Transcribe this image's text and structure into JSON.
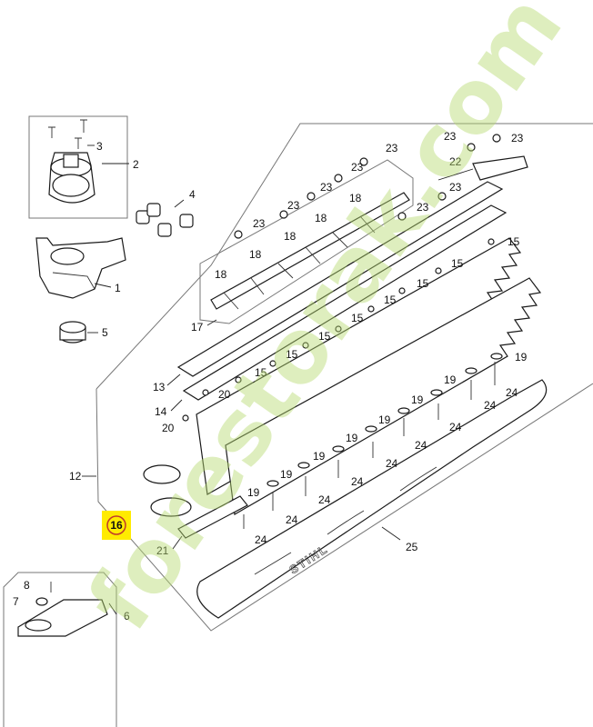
{
  "diagram": {
    "labels": {
      "p1": "1",
      "p2": "2",
      "p3": "3",
      "p4": "4",
      "p5": "5",
      "p6": "6",
      "p7": "7",
      "p8": "8",
      "p12": "12",
      "p13": "13",
      "p14": "14",
      "p15": "15",
      "p16": "16",
      "p17": "17",
      "p18": "18",
      "p19": "19",
      "p20": "20",
      "p21": "21",
      "p22": "22",
      "p23": "23",
      "p24": "24",
      "p25": "25"
    },
    "highlight": {
      "part": "16",
      "color": "#ffeb00"
    },
    "brand_mark": "STIHL",
    "watermark": "forestorak.com"
  }
}
